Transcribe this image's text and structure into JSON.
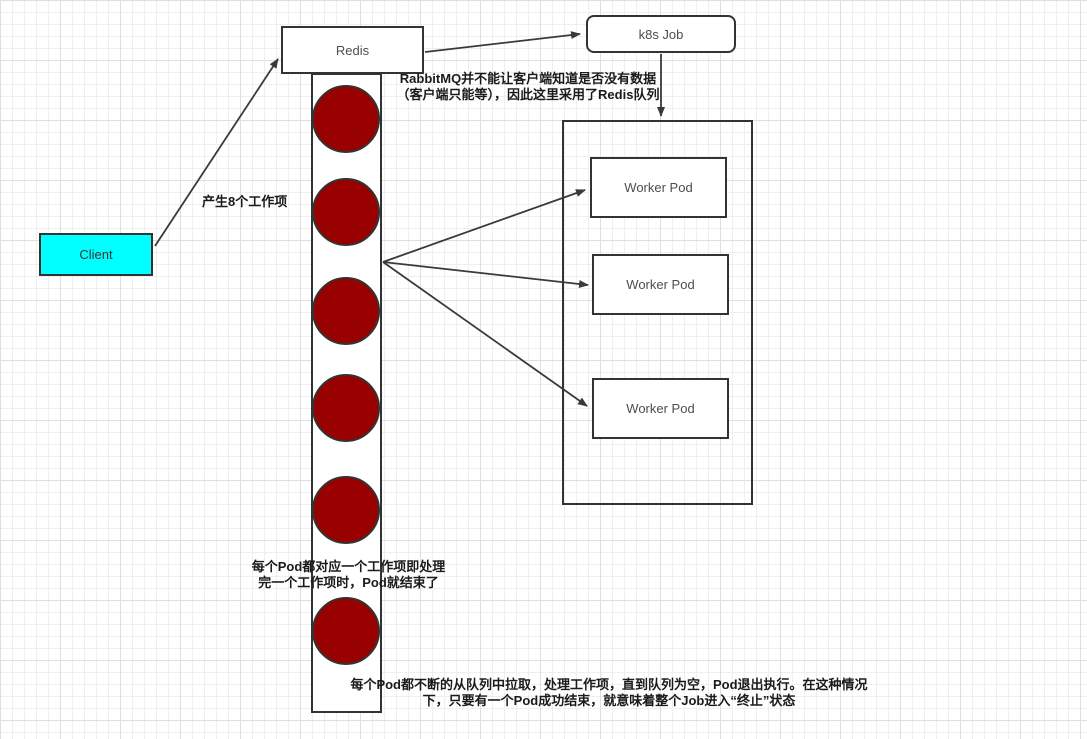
{
  "diagram": {
    "nodes": {
      "client": {
        "label": "Client",
        "fill": "#00ffff"
      },
      "redis": {
        "label": "Redis"
      },
      "k8s_job": {
        "label": "k8s Job"
      },
      "worker_pods": [
        {
          "label": "Worker Pod"
        },
        {
          "label": "Worker Pod"
        },
        {
          "label": "Worker Pod"
        }
      ]
    },
    "queue": {
      "item_count": 6,
      "item_color": "#990000",
      "border_color": "#333333"
    },
    "annotations": {
      "rabbitmq_note": "RabbitMQ并不能让客户端知道是否没有数据（客户端只能等），因此这里采用了Redis队列",
      "produce_note": "产生8个工作项",
      "pod_work_note": "每个Pod都对应一个工作项即处理完一个工作项时，Pod就结束了",
      "bottom_note": "每个Pod都不断的从队列中拉取，处理工作项，直到队列为空，Pod退出执行。在这种情况下，只要有一个Pod成功结束，就意味着整个Job进入“终止”状态"
    },
    "colors": {
      "arrow": "#3a3a3a",
      "grid_minor": "#efefef",
      "grid_major": "#dfdfdf",
      "canvas": "#ffffff"
    }
  }
}
